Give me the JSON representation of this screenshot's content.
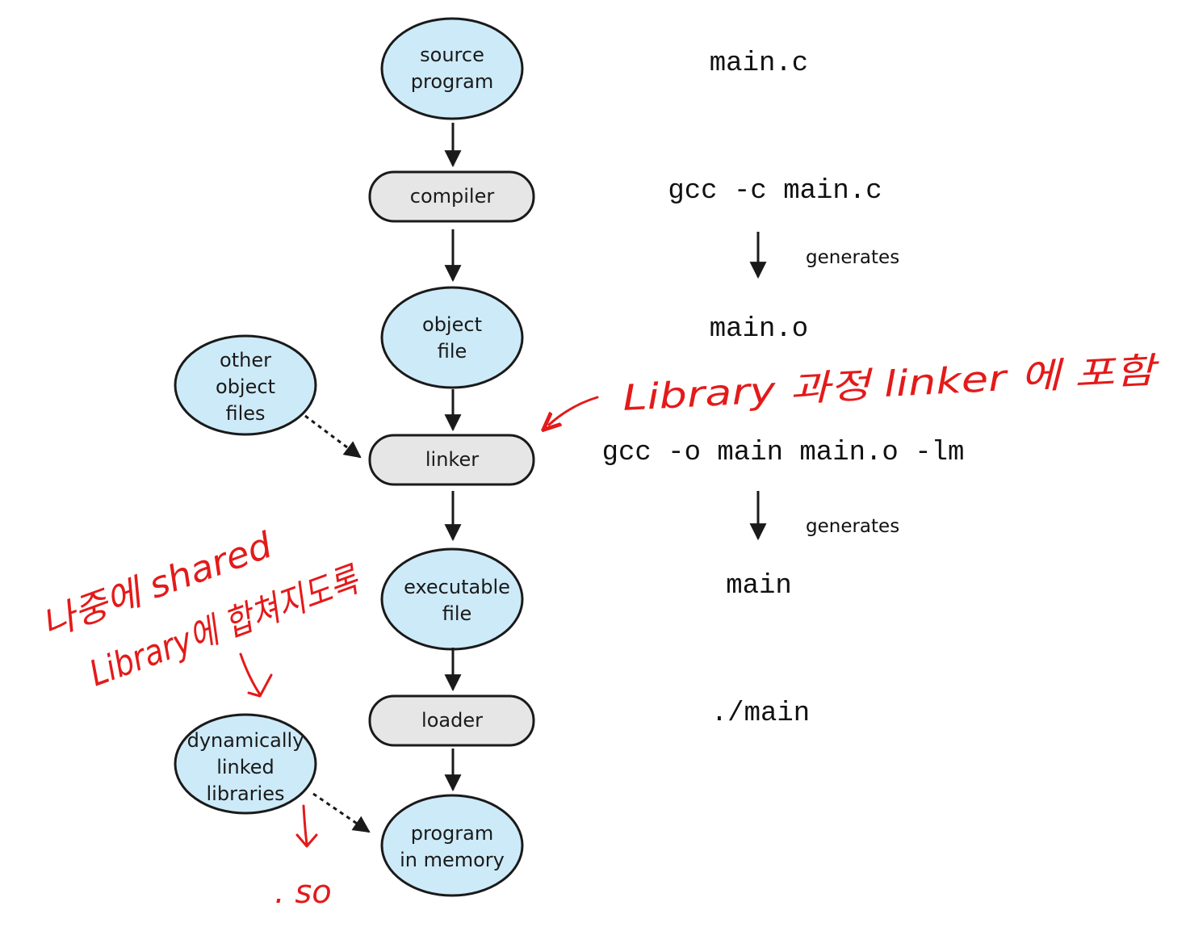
{
  "nodes": {
    "source_program": [
      "source",
      "program"
    ],
    "compiler": [
      "compiler"
    ],
    "object_file": [
      "object",
      "file"
    ],
    "other_object_files": [
      "other",
      "object",
      "files"
    ],
    "linker": [
      "linker"
    ],
    "executable_file": [
      "executable",
      "file"
    ],
    "loader": [
      "loader"
    ],
    "dynamically_linked_libraries": [
      "dynamically",
      "linked",
      "libraries"
    ],
    "program_in_memory": [
      "program",
      "in memory"
    ]
  },
  "commands": {
    "source": "main.c",
    "compile": "gcc -c main.c",
    "generates_1": "generates",
    "object": "main.o",
    "link": "gcc -o main main.o -lm",
    "generates_2": "generates",
    "executable": "main",
    "run": "./main"
  },
  "annotations": {
    "linker_note": "Library 과정 linker 에 포함",
    "shared_note_1": "나중에 shared",
    "shared_note_2": "Library에 합쳐지도록",
    "so_note": ". so"
  },
  "colors": {
    "ellipse_fill": "#cdeaf8",
    "capsule_fill": "#e6e6e6",
    "stroke": "#1a1a1a",
    "annotation": "#e41a1a"
  }
}
